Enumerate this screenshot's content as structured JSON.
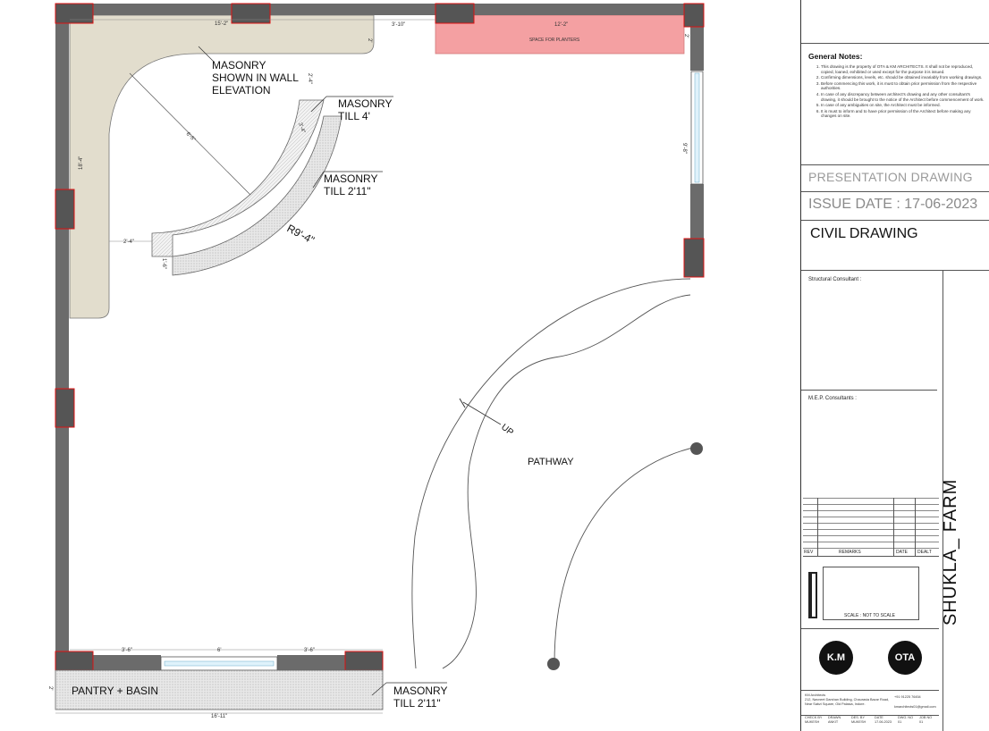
{
  "drawing": {
    "labels": {
      "masonry_wall": [
        "MASONRY",
        "SHOWN IN WALL",
        "ELEVATION"
      ],
      "masonry_till_4": [
        "MASONRY",
        "TILL 4'"
      ],
      "masonry_till_2_11_curve": [
        "MASONRY",
        "TILL 2'11\""
      ],
      "radius": "R9'-4\"",
      "pathway": "PATHWAY",
      "up": "UP",
      "pantry": "PANTRY + BASIN",
      "masonry_till_2_11_bottom": [
        "MASONRY",
        "TILL 2'11\""
      ],
      "planters": "SPACE FOR PLANTERS"
    },
    "dimensions": {
      "top_left_wall": "15'-2\"",
      "top_gap": "3'-10\"",
      "top_right": "12'-2\"",
      "left_height": "18'-4\"",
      "diagonal": "6'-5\"",
      "wall_2_top": "2'",
      "wall_2_top_right": "2'",
      "vertical_2_4": "2'-4\"",
      "curve_width": "3'-4\"",
      "left_2_4": "2'-4\"",
      "small_1_6": "1'-6\"",
      "right_side": "9'-8\"",
      "bottom_left": "3'-6\"",
      "bottom_mid": "6'",
      "bottom_right": "3'-6\"",
      "pantry_height": "2'",
      "bottom_total": "16'-11\""
    }
  },
  "title_block": {
    "notes_title": "General Notes:",
    "notes": [
      "This drawing is the property of OTA & KM ARCHITECTS. It shall not be reproduced, copied, loaned, exhibited or used except for the purpose it is issued.",
      "Confirming dimensions, levels, etc. should be obtained invariably from working drawings.",
      "Before commencing this work, it is must to obtain prior permission from the respective authorities.",
      "In case of any discrepancy between architect's drawing and any other consultant's drawing, it should be brought to the notice of the Architect before commencement of work.",
      "In case of any ambiguities on site, the Architect must be informed.",
      "It is must to inform and to have prior permission of the Architect before making any changes on site."
    ],
    "presentation": "PRESENTATION DRAWING",
    "issue_date": "ISSUE DATE : 17-06-2023",
    "drawing_type": "CIVIL DRAWING",
    "structural_consultant": "Structural Consultant :",
    "mep_consultants": "M.E.P. Consultants :",
    "rev_headers": [
      "REV",
      "REMARKS",
      "DATE",
      "DEALT"
    ],
    "scale": "SCALE : NOT TO SCALE",
    "logo_km": "K.M",
    "logo_ota": "OTA",
    "project": "SHUKLA_ FARM",
    "firm_name": "KM Architects",
    "address": "212, Navneet Darshan Building, Chaurasia Bazar Road, Near Sabzi Square, Old Palasia, Indore.",
    "phone": "+91 91225 76454",
    "email": "kmarchitects01@gmail.com",
    "footer_headers": [
      "CHECK BY",
      "DRAWN",
      "DES. BY",
      "DATE",
      "DWG. NO",
      "JOB NO"
    ],
    "footer_values": [
      "MUKESH",
      "ANKIT",
      "MUKESH",
      "17.06.2023",
      "01",
      "01"
    ]
  }
}
